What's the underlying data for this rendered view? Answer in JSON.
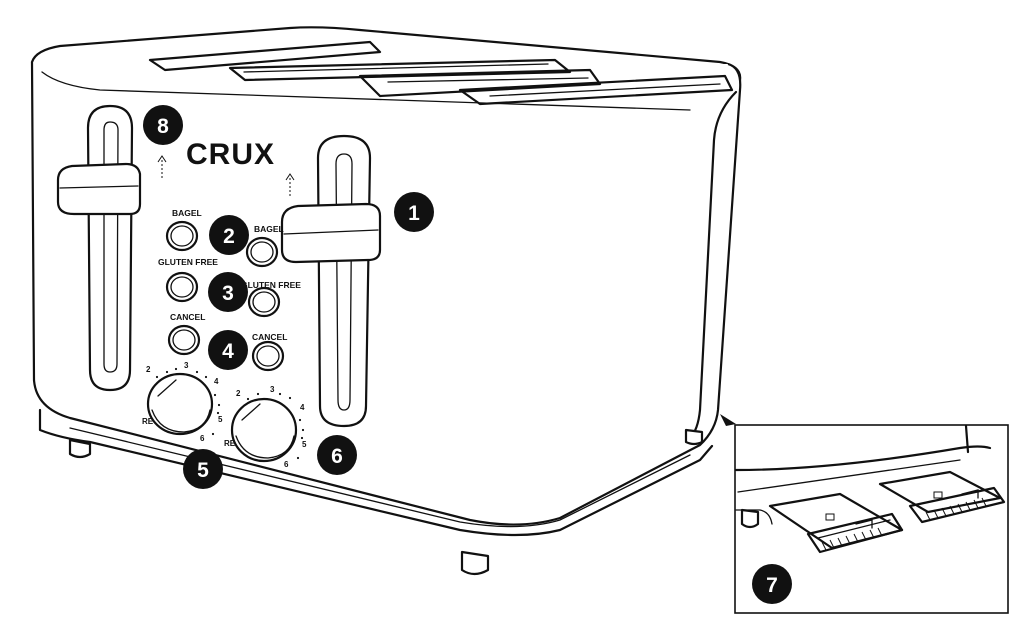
{
  "brand": "CRUX",
  "buttons_left": [
    {
      "label": "BAGEL"
    },
    {
      "label": "GLUTEN FREE"
    },
    {
      "label": "CANCEL"
    }
  ],
  "buttons_right": [
    {
      "label": "BAGEL"
    },
    {
      "label": "GLUTEN FREE"
    },
    {
      "label": "CANCEL"
    }
  ],
  "dial_left": {
    "numbers": [
      "2",
      "3",
      "4",
      "5",
      "6"
    ],
    "partial_label": "RE"
  },
  "dial_right": {
    "numbers": [
      "2",
      "3",
      "4",
      "5",
      "6"
    ],
    "partial_label": "RE"
  },
  "callouts": [
    "1",
    "2",
    "3",
    "4",
    "5",
    "6",
    "7",
    "8"
  ],
  "colors": {
    "line": "#111111",
    "callout_fill": "#111111",
    "callout_text": "#ffffff",
    "background": "#ffffff"
  }
}
